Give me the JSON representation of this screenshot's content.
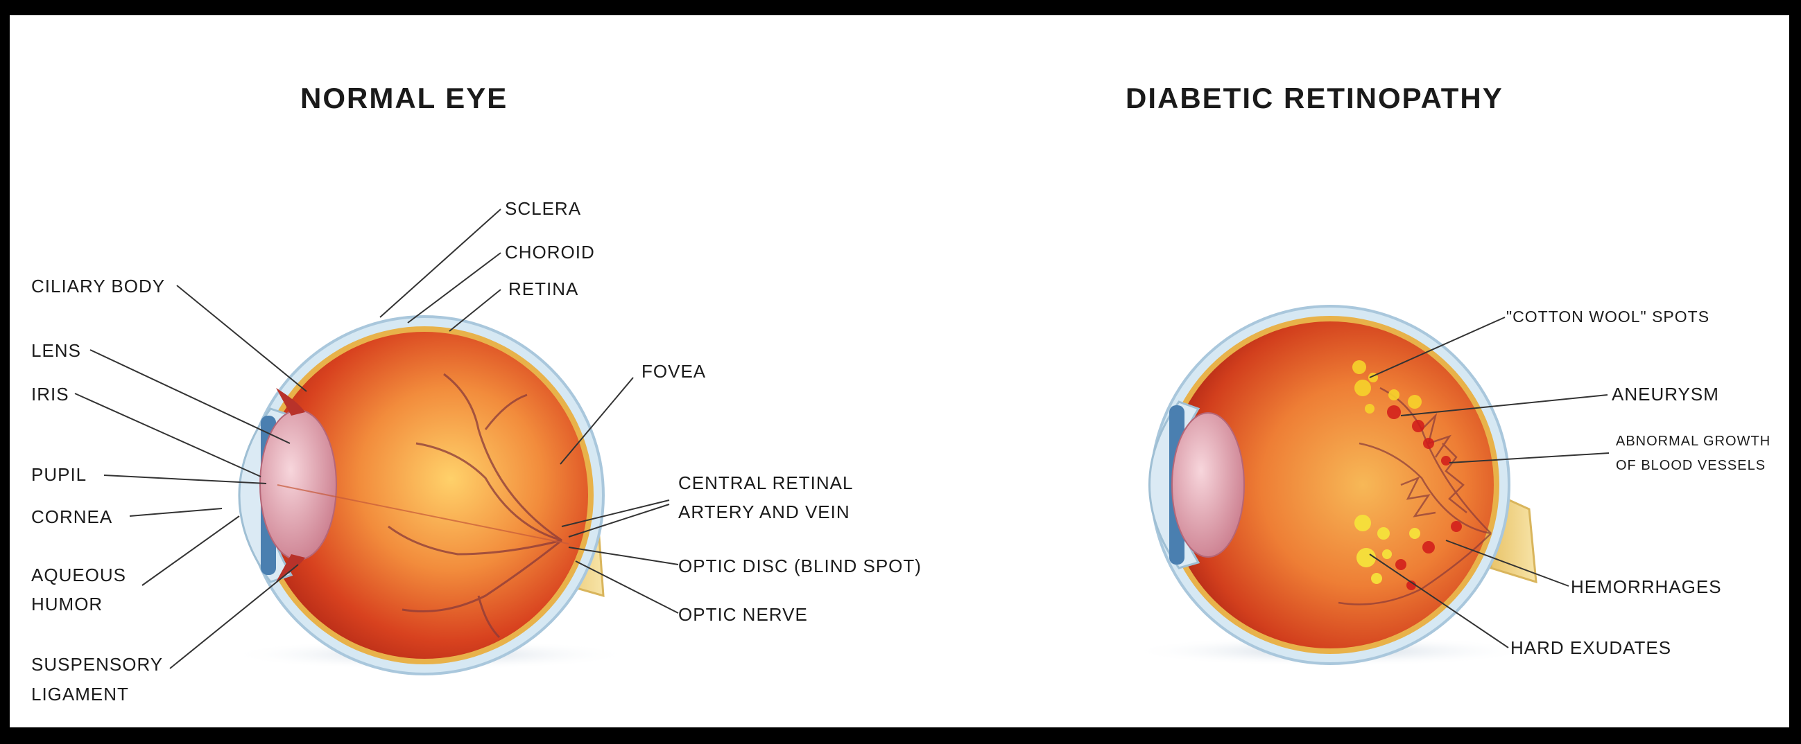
{
  "normal": {
    "title": "NORMAL EYE",
    "labels": {
      "sclera": "SCLERA",
      "choroid": "CHOROID",
      "retina": "RETINA",
      "ciliary_body": "CILIARY BODY",
      "lens": "LENS",
      "iris": "IRIS",
      "fovea": "FOVEA",
      "pupil": "PUPIL",
      "cornea": "CORNEA",
      "aqueous_1": "AQUEOUS",
      "aqueous_2": "HUMOR",
      "crav_1": "CENTRAL RETINAL",
      "crav_2": "ARTERY AND VEIN",
      "optic_disc": "OPTIC DISC (BLIND SPOT)",
      "optic_nerve": "OPTIC NERVE",
      "suspensory_1": "SUSPENSORY",
      "suspensory_2": "LIGAMENT"
    }
  },
  "diabetic": {
    "title": "DIABETIC RETINOPATHY",
    "labels": {
      "cotton": "\"COTTON WOOL\" SPOTS",
      "aneurysm": "ANEURYSM",
      "abnormal_1": "ABNORMAL GROWTH",
      "abnormal_2": "OF BLOOD VESSELS",
      "hemorrhages": "HEMORRHAGES",
      "hard_exudates": "HARD EXUDATES"
    }
  },
  "colors": {
    "background": "#ffffff",
    "frame": "#000000",
    "eyeball": "#e2552a",
    "sclera": "#cfe6f3",
    "iris": "#4a7fb0",
    "exudate": "#f6d32b",
    "hemorrhage": "#d11a1a"
  }
}
